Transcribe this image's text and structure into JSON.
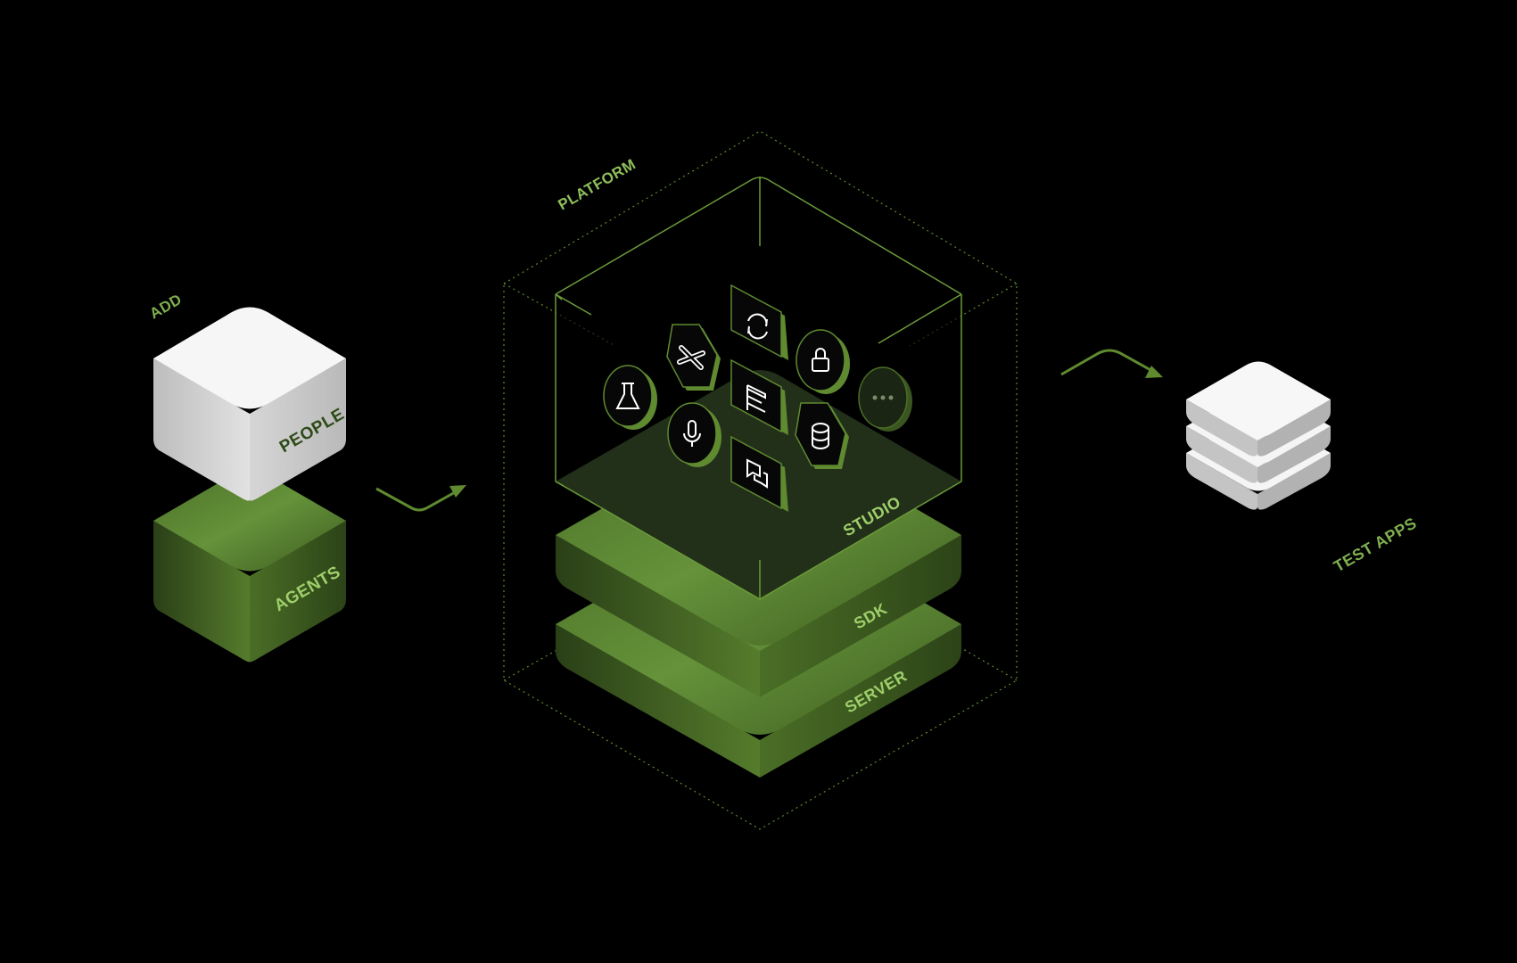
{
  "labels": {
    "add": "ADD",
    "people": "PEOPLE",
    "agents": "AGENTS",
    "platform": "PLATFORM",
    "studio": "STUDIO",
    "sdk": "SDK",
    "server": "SERVER",
    "test_apps": "TEST APPS"
  },
  "icons": [
    {
      "name": "refresh-icon"
    },
    {
      "name": "bandage-icon"
    },
    {
      "name": "lock-icon"
    },
    {
      "name": "flask-icon"
    },
    {
      "name": "document-list-icon"
    },
    {
      "name": "microphone-icon"
    },
    {
      "name": "database-icon"
    },
    {
      "name": "more-icon"
    },
    {
      "name": "chat-bubbles-icon"
    }
  ],
  "colors": {
    "background": "#000000",
    "accent_green": "#5f8a30",
    "dark_green": "#2c4317",
    "label_green": "#8fbf5b",
    "white": "#f5f5f5",
    "grey": "#c9c9c9"
  }
}
